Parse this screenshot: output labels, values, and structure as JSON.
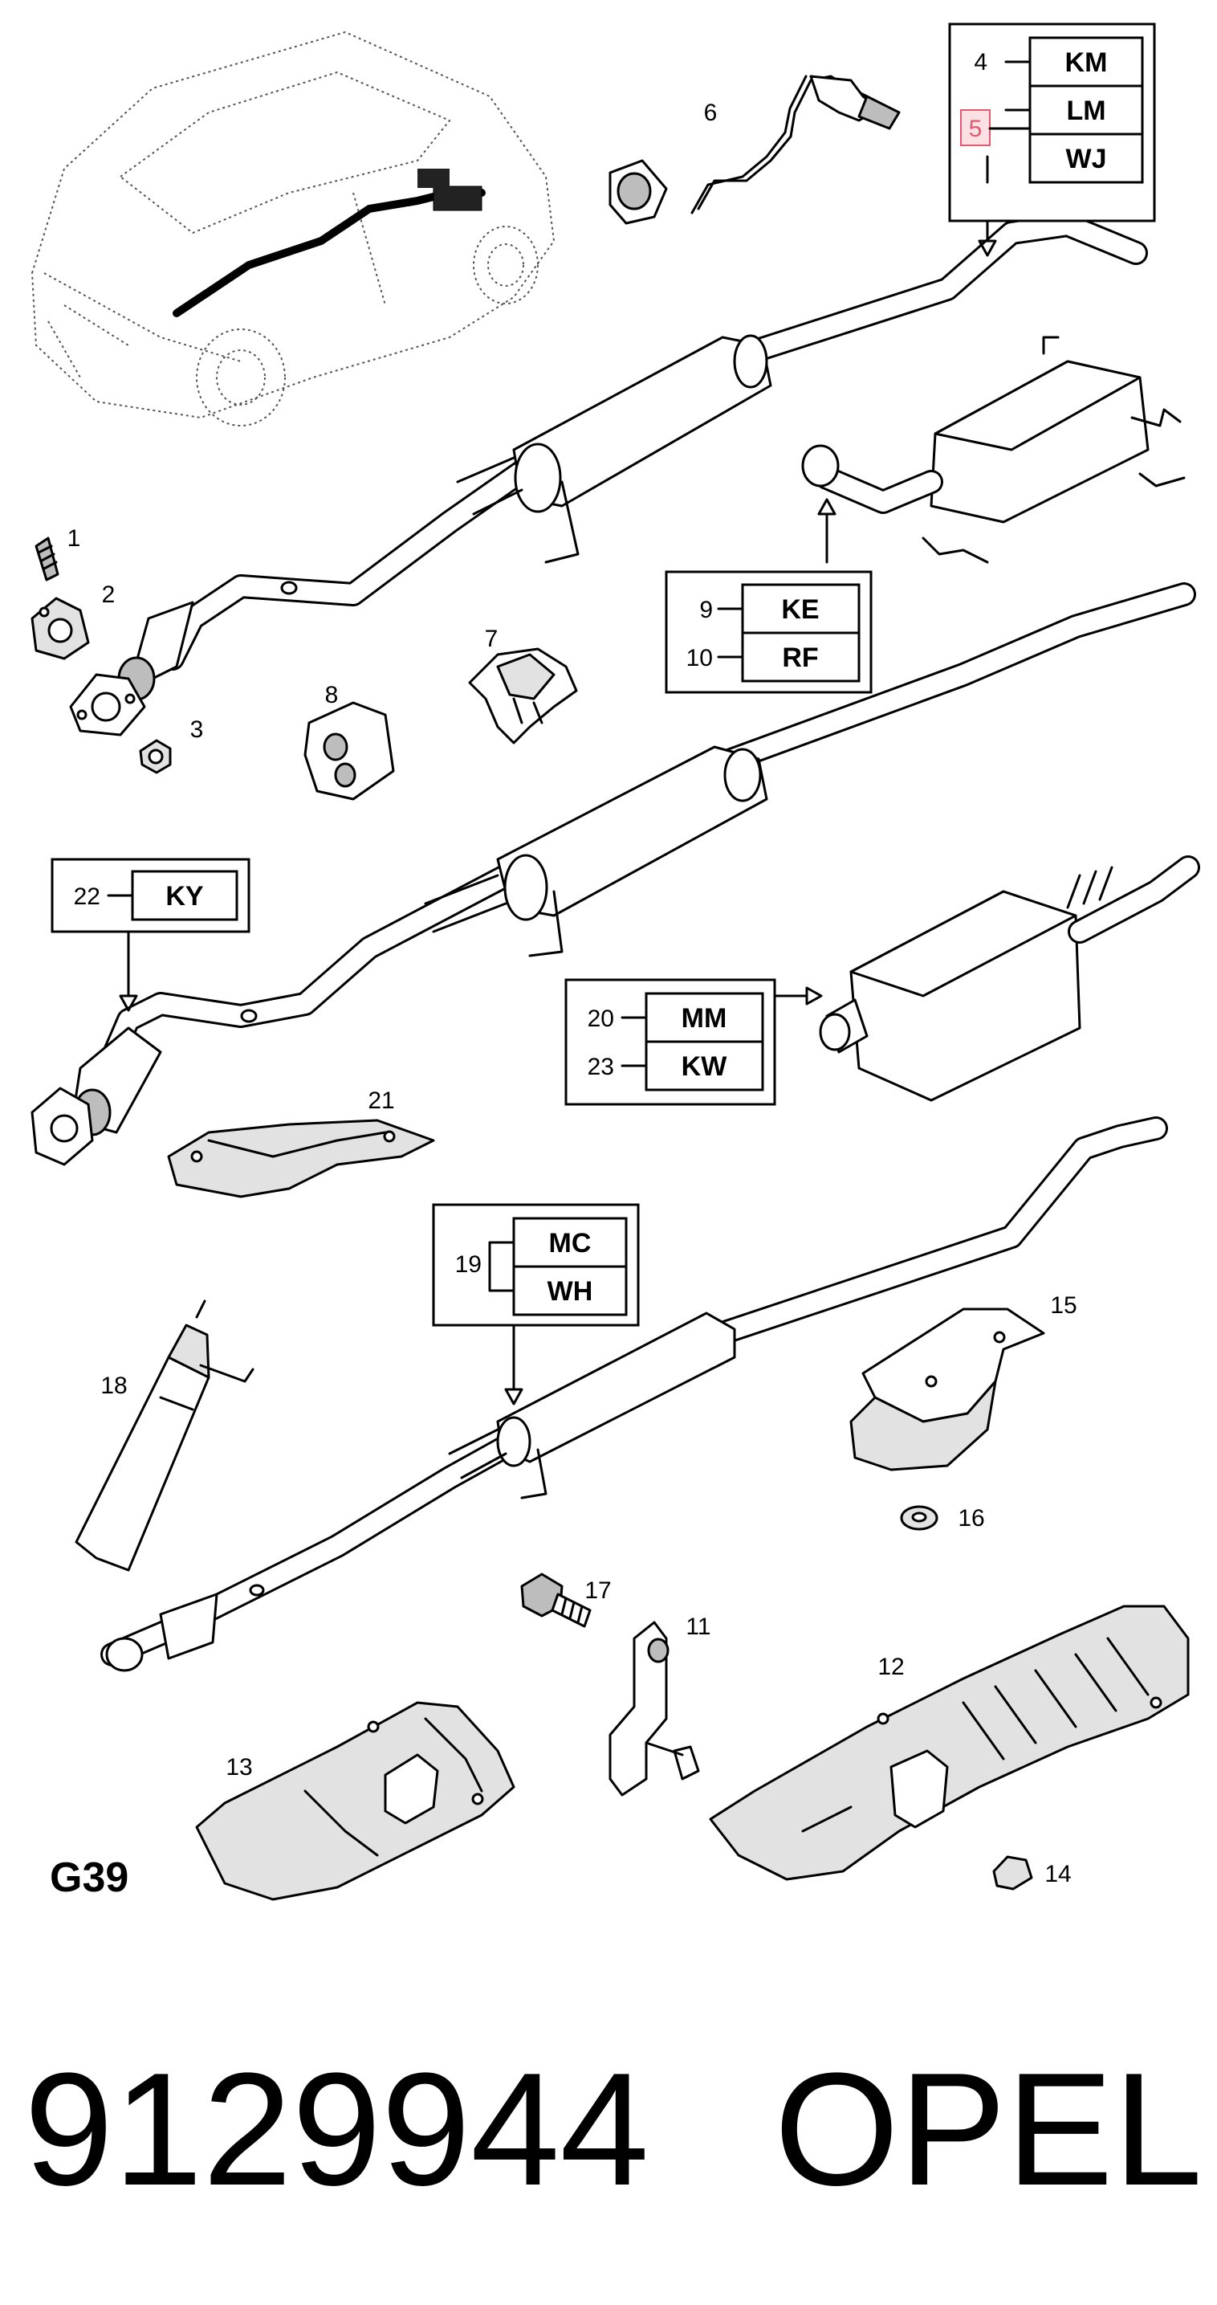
{
  "diagram": {
    "page_code": "G39",
    "part_number": "9129944",
    "brand": "OPEL",
    "callouts": [
      "1",
      "2",
      "3",
      "4",
      "5",
      "6",
      "7",
      "8",
      "9",
      "10",
      "11",
      "12",
      "13",
      "14",
      "15",
      "16",
      "17",
      "18",
      "19",
      "20",
      "21",
      "22",
      "23"
    ],
    "code_boxes": {
      "box_a": {
        "rows": [
          {
            "num": "4",
            "code": "KM"
          },
          {
            "num": "5",
            "code": "LM",
            "highlighted": true
          },
          {
            "num": "",
            "code": "WJ"
          }
        ]
      },
      "box_b": {
        "rows": [
          {
            "num": "9",
            "code": "KE"
          },
          {
            "num": "10",
            "code": "RF"
          }
        ]
      },
      "box_c": {
        "rows": [
          {
            "num": "22",
            "code": "KY"
          }
        ]
      },
      "box_d": {
        "rows": [
          {
            "num": "20",
            "code": "MM"
          },
          {
            "num": "23",
            "code": "KW"
          }
        ]
      },
      "box_e": {
        "rows": [
          {
            "num": "19",
            "code": "MC"
          },
          {
            "num": "",
            "code": "WH"
          }
        ]
      }
    },
    "colors": {
      "line": "#000000",
      "highlight_fill": "#fde0e4",
      "highlight_stroke": "#e35a6f",
      "part_shade": "#bdbdbd"
    }
  }
}
